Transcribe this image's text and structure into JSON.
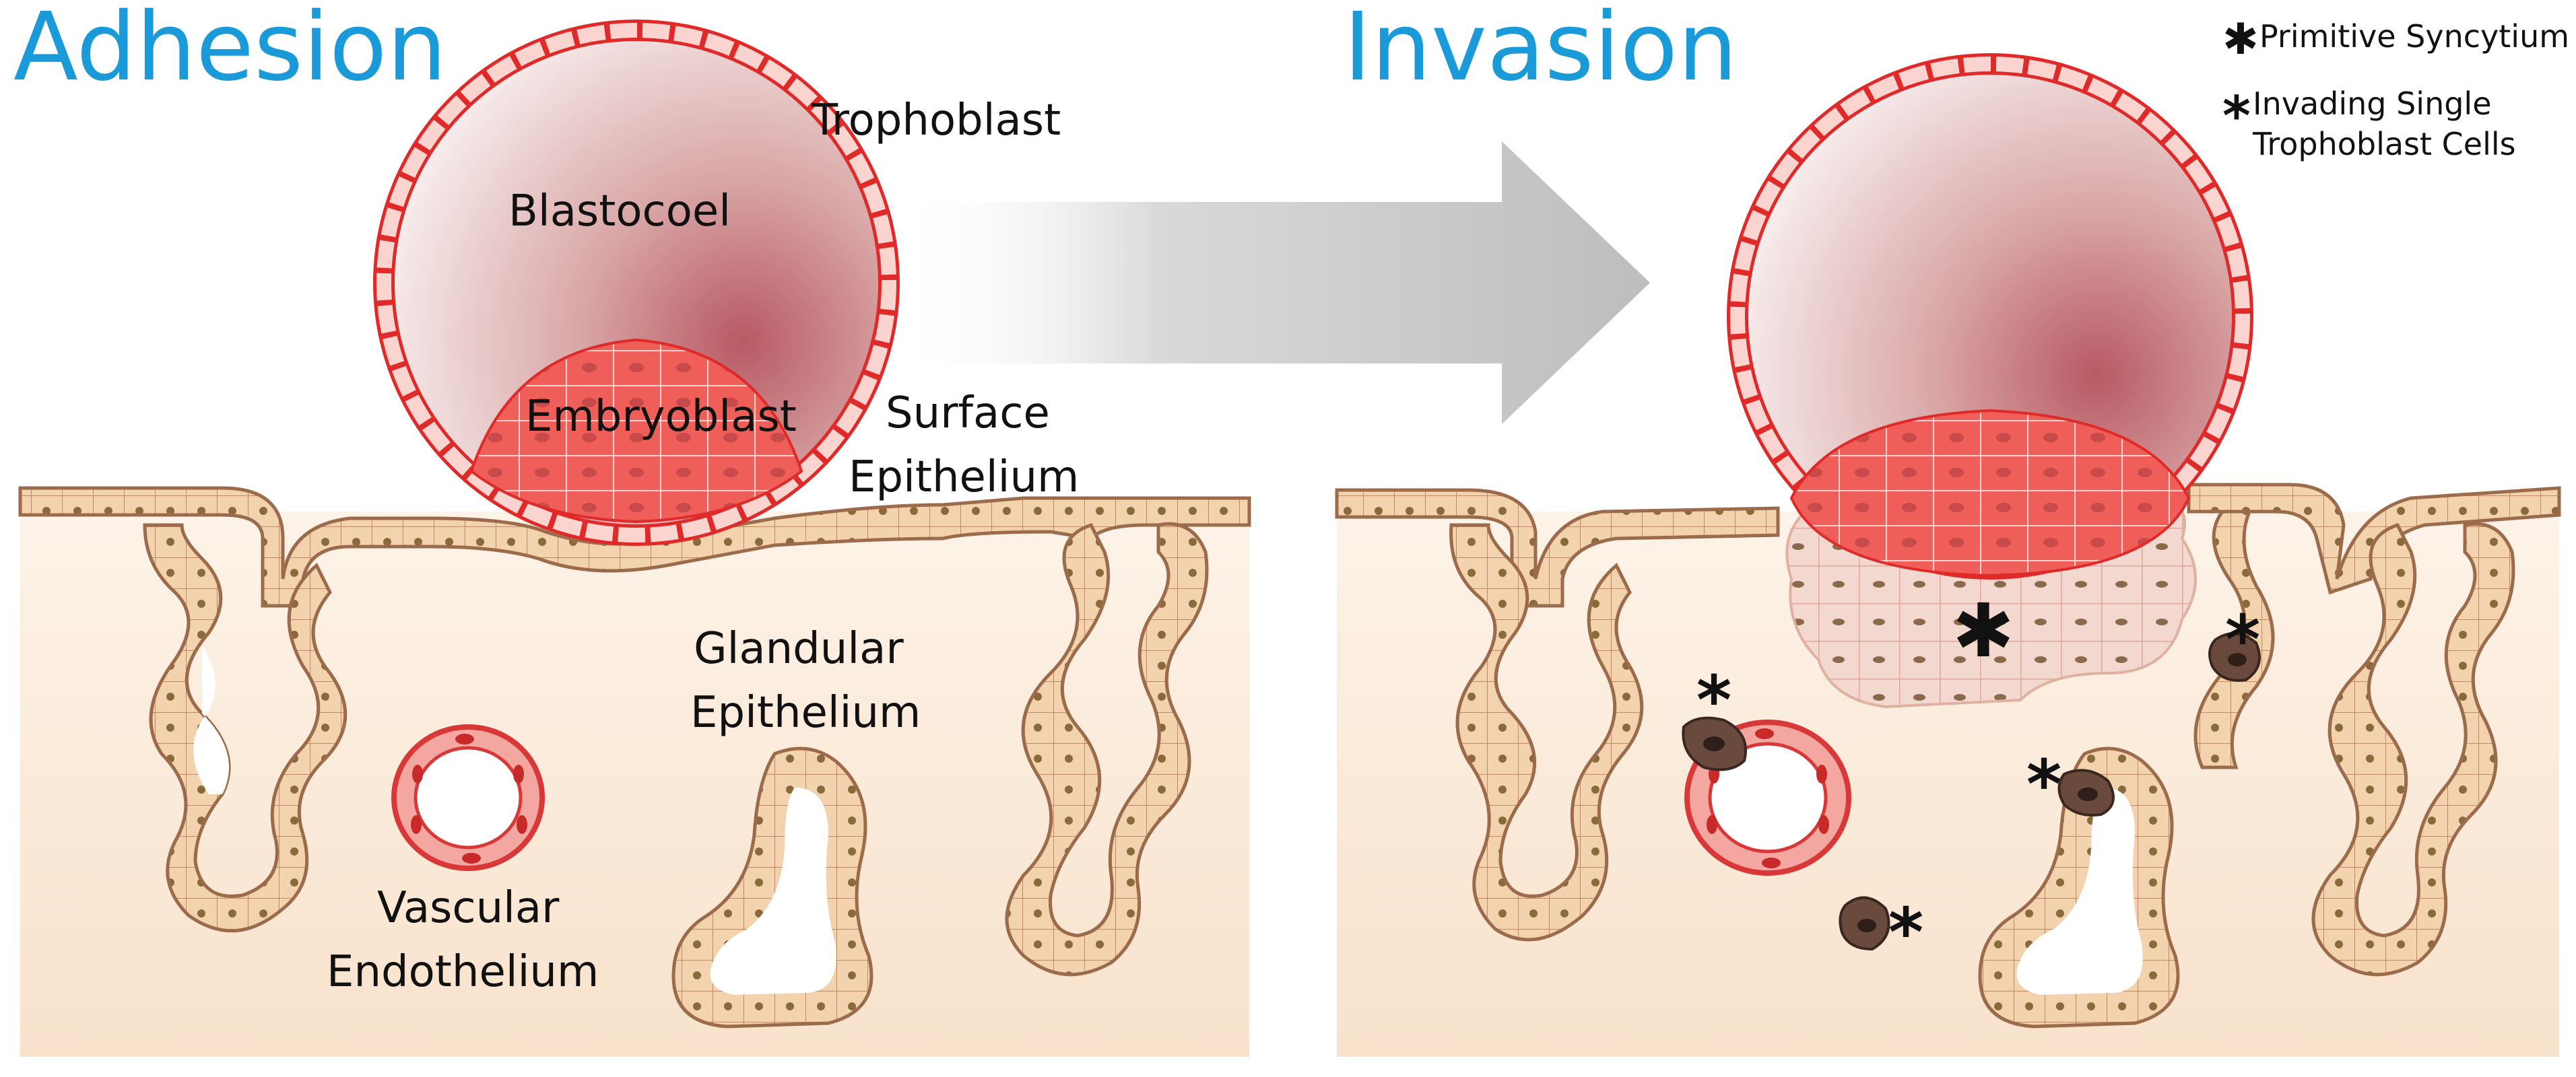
{
  "panels": {
    "adhesion": {
      "title": "Adhesion"
    },
    "invasion": {
      "title": "Invasion"
    }
  },
  "labels": {
    "trophoblast": "Trophoblast",
    "blastocoel": "Blastocoel",
    "embryoblast": "Embryoblast",
    "surface_epithelium_1": "Surface",
    "surface_epithelium_2": "Epithelium",
    "glandular_epithelium_1": "Glandular",
    "glandular_epithelium_2": "Epithelium",
    "vascular_endothelium_1": "Vascular",
    "vascular_endothelium_2": "Endothelium"
  },
  "legend": {
    "primitive_syncytium": "Primitive Syncytium",
    "invading_cells_1": "Invading Single",
    "invading_cells_2": "Trophoblast Cells",
    "syncytium_symbol": "✱",
    "invading_symbol": "*"
  },
  "colors": {
    "title": "#1a9ad8",
    "trophoblast_stroke": "#e02a2a",
    "epithelium_fill": "#f3d6b4",
    "epithelium_stroke": "#a0704e",
    "stroma": "#fbeee0",
    "invading_cell": "#6b4a3e",
    "arrow": "#c8c8c8"
  }
}
